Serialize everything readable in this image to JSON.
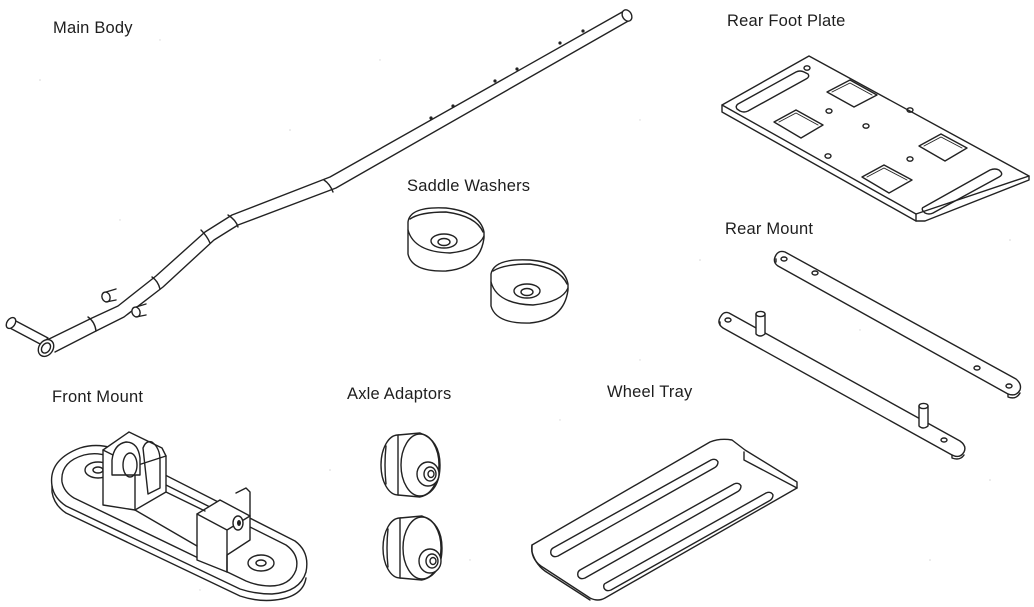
{
  "parts": {
    "main_body": "Main Body",
    "saddle_washers": "Saddle Washers",
    "rear_foot_plate": "Rear Foot Plate",
    "rear_mount": "Rear Mount",
    "front_mount": "Front Mount",
    "axle_adaptors": "Axle Adaptors",
    "wheel_tray": "Wheel Tray"
  },
  "colors": {
    "background": "#ffffff",
    "line": "#222222",
    "text": "#1e1e1e"
  }
}
